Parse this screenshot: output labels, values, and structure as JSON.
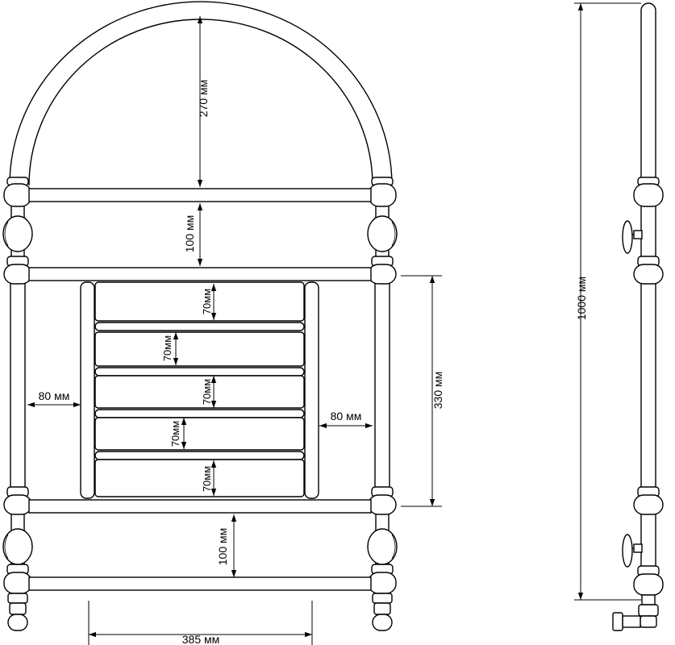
{
  "dimensions": {
    "arch_height": "270 мм",
    "top_gap": "100 мм",
    "panel_height": "330 мм",
    "bar_1": "70мм",
    "bar_2": "70мм",
    "bar_3": "70мм",
    "bar_4": "70мм",
    "bar_5": "70мм",
    "left_margin": "80 мм",
    "right_margin": "80 мм",
    "bottom_gap": "100 мм",
    "total_width": "385 мм",
    "total_height": "1000 мм"
  }
}
